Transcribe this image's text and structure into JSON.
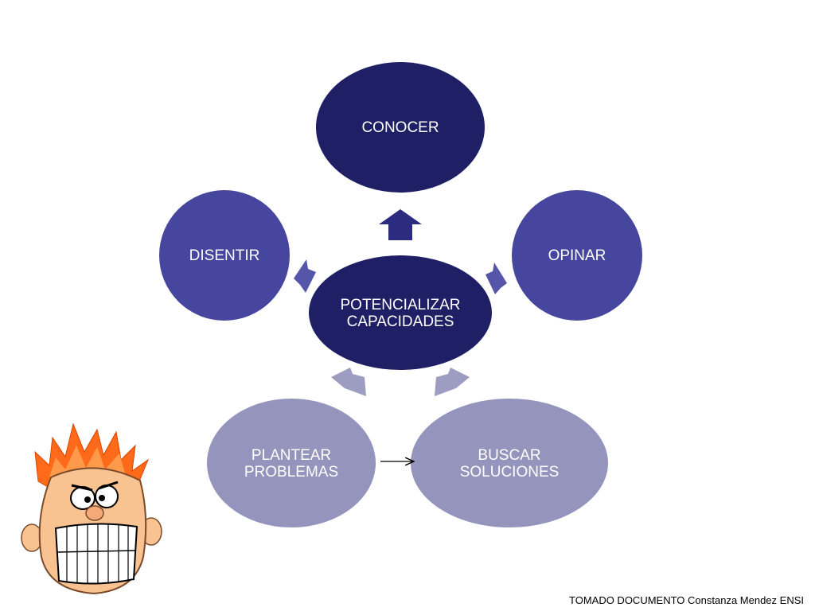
{
  "nodes": {
    "center": {
      "line1": "POTENCIALIZAR",
      "line2": "CAPACIDADES"
    },
    "conocer": "CONOCER",
    "disentir": "DISENTIR",
    "opinar": "OPINAR",
    "plantear": {
      "line1": "PLANTEAR",
      "line2": "PROBLEMAS"
    },
    "buscar": {
      "line1": "BUSCAR",
      "line2": "SOLUCIONES"
    }
  },
  "footer": {
    "credit": "TOMADO DOCUMENTO Constanza Mendez ENSI"
  },
  "colors": {
    "dark_navy": "#1f1f66",
    "medium_blue": "#46469e",
    "light_purple": "#9494bc",
    "arrow_blue": "#5555aa",
    "arrow_light": "#9d9dc2"
  },
  "illustration": {
    "icon": "cartoon-face-grimace-icon"
  }
}
